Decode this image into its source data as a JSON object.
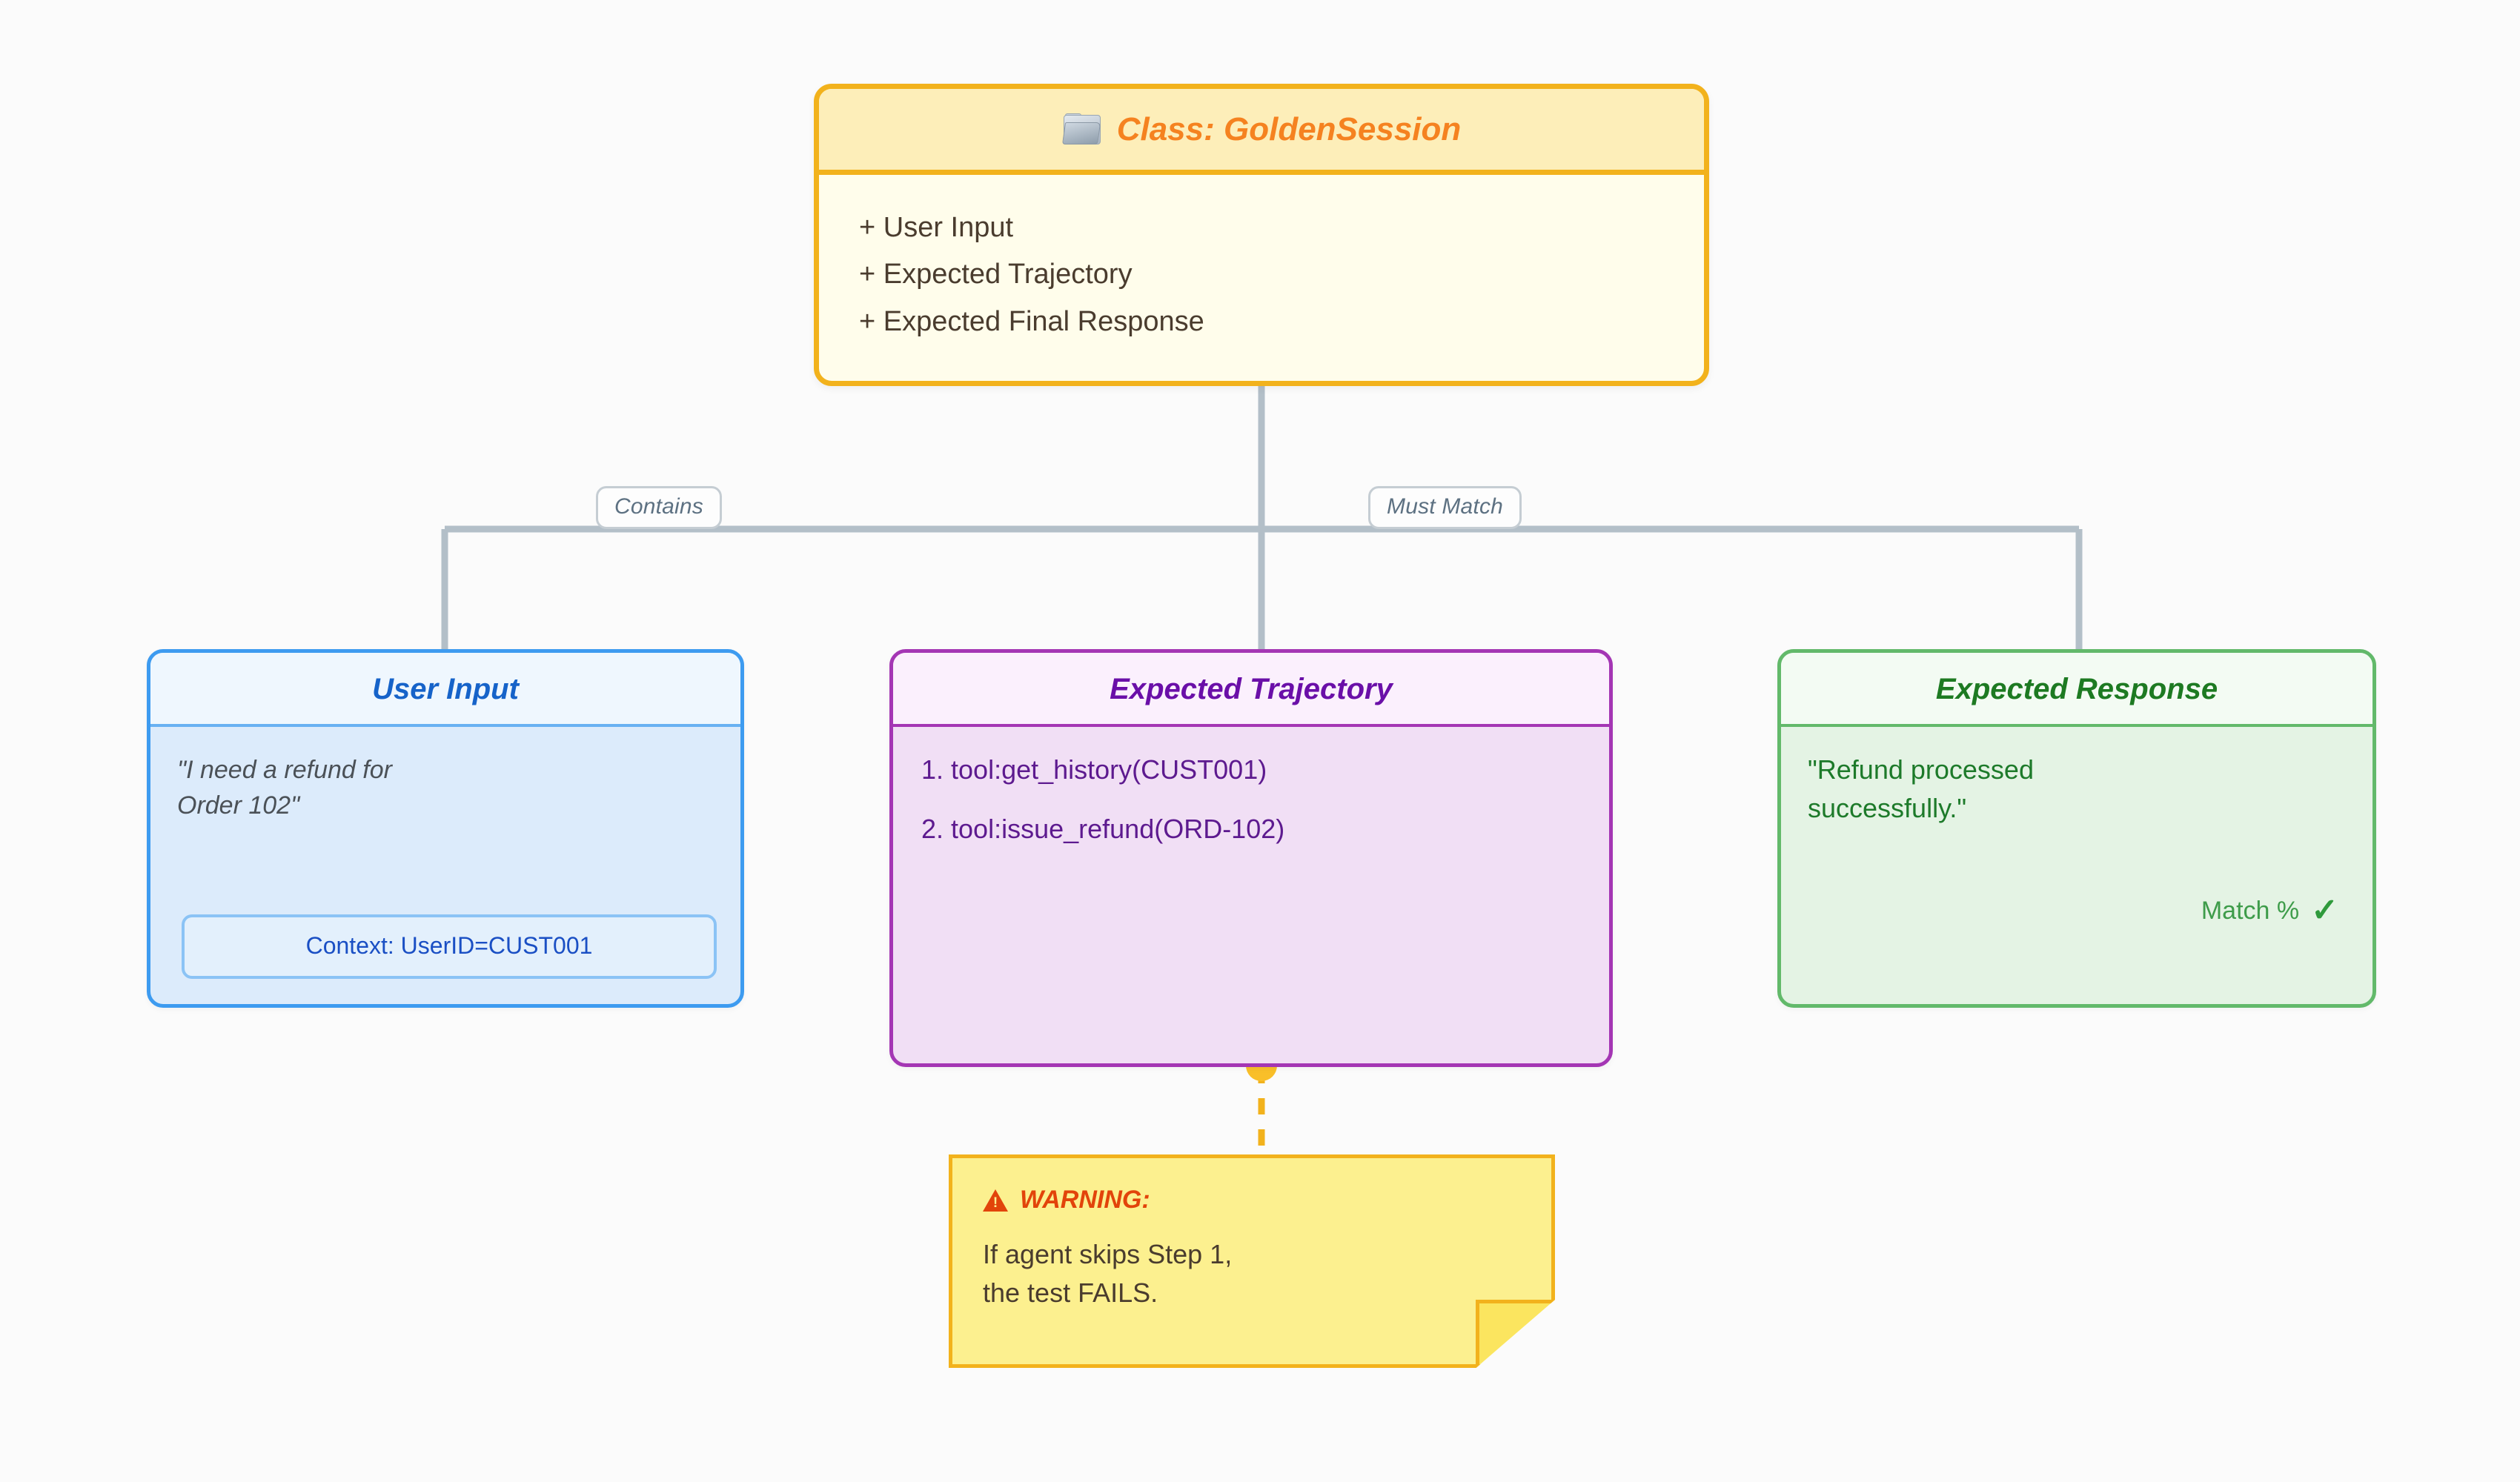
{
  "diagram": {
    "background": "#fbfbfb",
    "root": {
      "icon": "folder-icon",
      "title": "Class: GoldenSession",
      "attributes": [
        "+ User Input",
        "+ Expected Trajectory",
        "+ Expected Final Response"
      ],
      "accent": "#f2b21c",
      "title_color": "#f58220"
    },
    "edges": [
      {
        "label": "Contains",
        "from": "class-box",
        "to": "user-input"
      },
      {
        "label": "Must Match",
        "from": "class-box",
        "to": "response"
      }
    ],
    "nodes": {
      "user_input": {
        "title": "User Input",
        "quote": "\"I need a refund for\nOrder 102\"",
        "chip": "Context: UserID=CUST001",
        "accent": "#3d9bf0",
        "title_color": "#1663c9"
      },
      "trajectory": {
        "title": "Expected Trajectory",
        "steps": [
          "1. tool:get_history(CUST001)",
          "2. tool:issue_refund(ORD-102)"
        ],
        "accent": "#a436b4",
        "title_color": "#6a0fa8"
      },
      "response": {
        "title": "Expected Response",
        "quote": "\"Refund processed\nsuccessfully.\"",
        "match_label": "Match %",
        "match_icon": "check-mark-icon",
        "accent": "#62b96a",
        "title_color": "#1d7a22"
      }
    },
    "note": {
      "icon": "warning-triangle-icon",
      "title": "WARNING:",
      "body": "If agent skips Step 1,\nthe test FAILS.",
      "paper_color": "#fcf08f",
      "border_color": "#f2b21c",
      "title_color": "#e2440a"
    }
  }
}
